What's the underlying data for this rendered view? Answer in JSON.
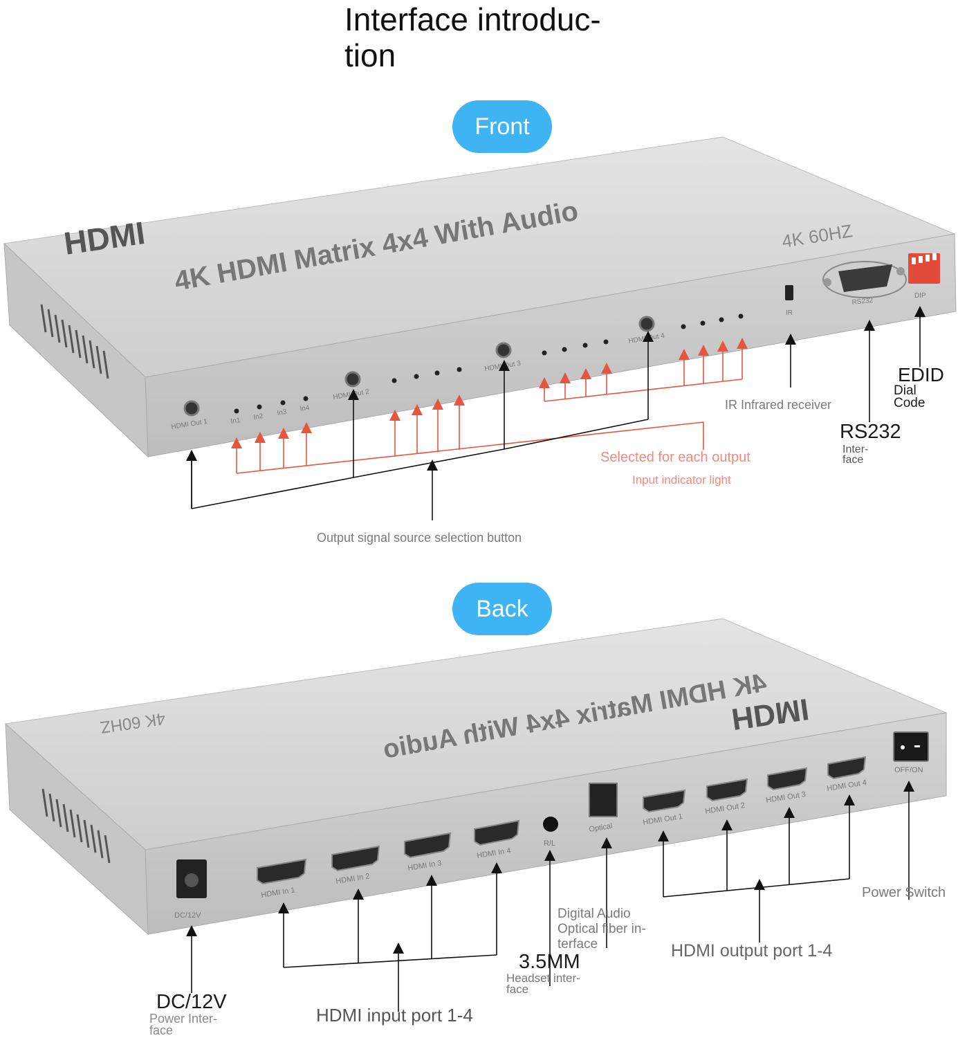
{
  "page": {
    "title": "Interface introduc-\ntion"
  },
  "front": {
    "badge": "Front",
    "brand_logo": "HDMI",
    "device_title": "4K HDMI Matrix 4x4 With Audio",
    "resolution": "4K 60HZ",
    "port_labels": {
      "out1": "HDMI Out 1",
      "out2": "HDMI Out 2",
      "out3": "HDMI Out 3",
      "out4": "HDMI Out 4",
      "in1": "In1",
      "in2": "In2",
      "in3": "In3",
      "in4": "In4",
      "ir": "IR",
      "rs232": "RS232",
      "dip": "DIP"
    },
    "callouts": {
      "ir_receiver": "IR Infrared receiver",
      "edid_title": "EDID",
      "edid_sub": "Dial\nCode",
      "rs232_title": "RS232",
      "rs232_sub": "Inter-\nface",
      "selected_line1": "Selected for each output",
      "selected_line2": "Input indicator light",
      "output_button": "Output signal source selection button"
    }
  },
  "back": {
    "badge": "Back",
    "brand_logo": "HDMI",
    "device_title": "4K HDMI Matrix 4x4 With Audio",
    "resolution": "4K 60HZ",
    "port_labels": {
      "dc": "DC/12V",
      "in1": "HDMI In 1",
      "in2": "HDMI In 2",
      "in3": "HDMI In 3",
      "in4": "HDMI In 4",
      "rl": "R/L",
      "optical": "Optical",
      "out1": "HDMI Out 1",
      "out2": "HDMI Out 2",
      "out3": "HDMI Out 3",
      "out4": "HDMI Out 4",
      "power": "OFF/ON"
    },
    "callouts": {
      "power_switch": "Power Switch",
      "digital_audio": "Digital Audio\nOptical fiber in-\nterface",
      "hdmi_output": "HDMI output port 1-4",
      "headset_title": "3.5MM",
      "headset_sub": "Headset inter-\nface",
      "dc_title": "DC/12V",
      "dc_sub": "Power Inter-\nface",
      "hdmi_input": "HDMI input port 1-4"
    }
  },
  "colors": {
    "badge_blue": "#3fb4f3",
    "device_silver": "#d9d9d9",
    "arrow_red": "#e8553f",
    "line_black": "#111111"
  }
}
